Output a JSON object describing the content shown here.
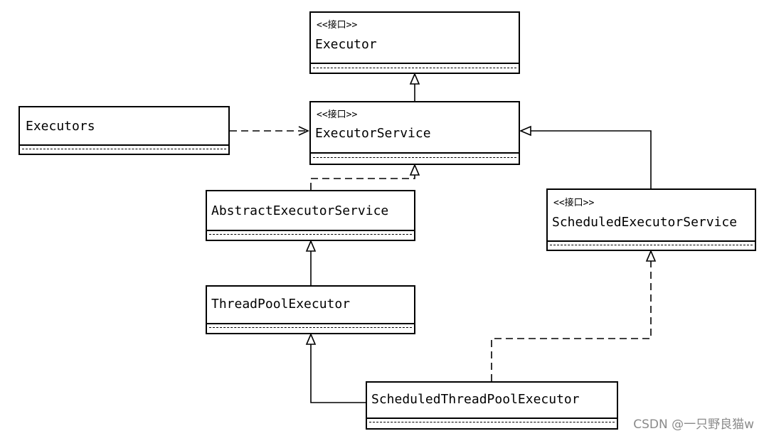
{
  "diagram": {
    "classes": {
      "executor": {
        "stereotype": "<<接口>>",
        "name": "Executor"
      },
      "executors": {
        "stereotype": "",
        "name": "Executors"
      },
      "executor_service": {
        "stereotype": "<<接口>>",
        "name": "ExecutorService"
      },
      "abstract_executor_service": {
        "stereotype": "",
        "name": "AbstractExecutorService"
      },
      "scheduled_executor_service": {
        "stereotype": "<<接口>>",
        "name": "ScheduledExecutorService"
      },
      "thread_pool_executor": {
        "stereotype": "",
        "name": "ThreadPoolExecutor"
      },
      "scheduled_thread_pool_executor": {
        "stereotype": "",
        "name": "ScheduledThreadPoolExecutor"
      }
    },
    "relations": [
      {
        "from": "ExecutorService",
        "to": "Executor",
        "kind": "generalization"
      },
      {
        "from": "Executors",
        "to": "ExecutorService",
        "kind": "dependency"
      },
      {
        "from": "AbstractExecutorService",
        "to": "ExecutorService",
        "kind": "realization"
      },
      {
        "from": "ScheduledExecutorService",
        "to": "ExecutorService",
        "kind": "generalization"
      },
      {
        "from": "ThreadPoolExecutor",
        "to": "AbstractExecutorService",
        "kind": "generalization"
      },
      {
        "from": "ScheduledThreadPoolExecutor",
        "to": "ThreadPoolExecutor",
        "kind": "generalization"
      },
      {
        "from": "ScheduledThreadPoolExecutor",
        "to": "ScheduledExecutorService",
        "kind": "realization"
      }
    ]
  },
  "watermark": "CSDN @一只野良猫w"
}
